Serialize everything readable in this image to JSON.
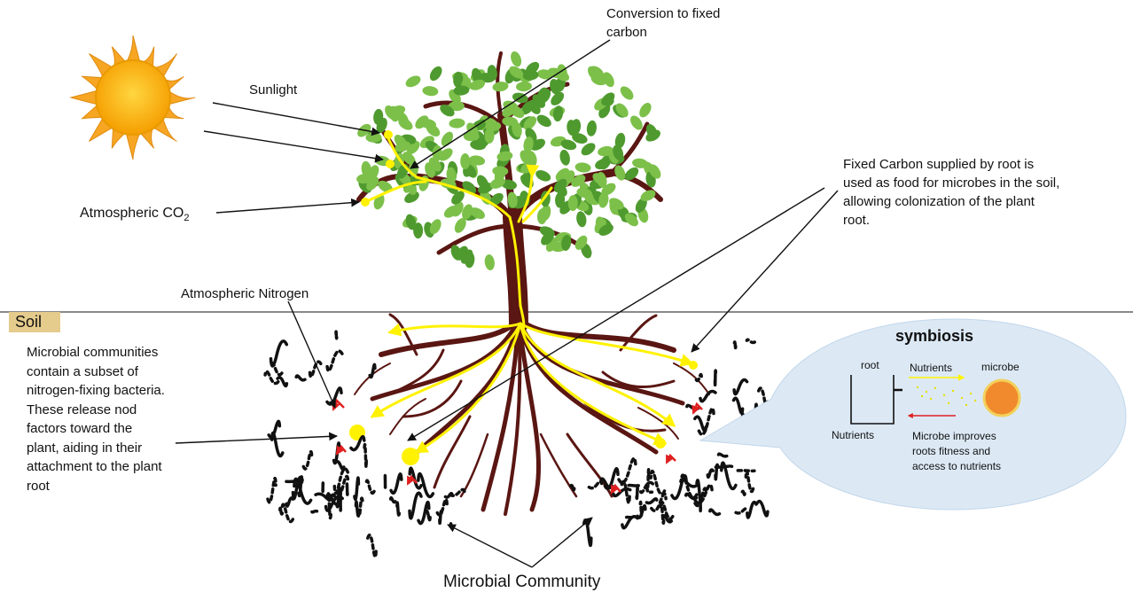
{
  "labels": {
    "sunlight": "Sunlight",
    "conversion": "Conversion to fixed carbon",
    "co2_prefix": "Atmospheric CO",
    "co2_sub": "2",
    "fixed_carbon": "Fixed Carbon supplied by root is used as food for microbes in the soil, allowing colonization of the plant root.",
    "atmospheric_nitrogen": "Atmospheric Nitrogen",
    "soil": "Soil",
    "microbial_communities": "Microbial communities contain a subset of nitrogen-fixing bacteria. These release nod factors toward the plant, aiding in their attachment to the plant root",
    "microbial_community": "Microbial Community"
  },
  "symbiosis": {
    "title": "symbiosis",
    "root": "root",
    "nutrients_top": "Nutrients",
    "microbe": "microbe",
    "nutrients_bottom": "Nutrients",
    "improves": "Microbe improves roots fitness and access to nutrients"
  },
  "colors": {
    "sun_rays": "#f5a623",
    "sun_core": "#f7b500",
    "trunk": "#5a1612",
    "leaf": "#7cc04a",
    "leaf_dark": "#4f9a2f",
    "flow": "#fff200",
    "soil_line": "#444444",
    "soil_box": "#e5cc8c",
    "bubble": "#dce9f5",
    "microbe": "#f08a2c",
    "red_arrow": "#e02020",
    "microbe_dark": "#111111"
  }
}
